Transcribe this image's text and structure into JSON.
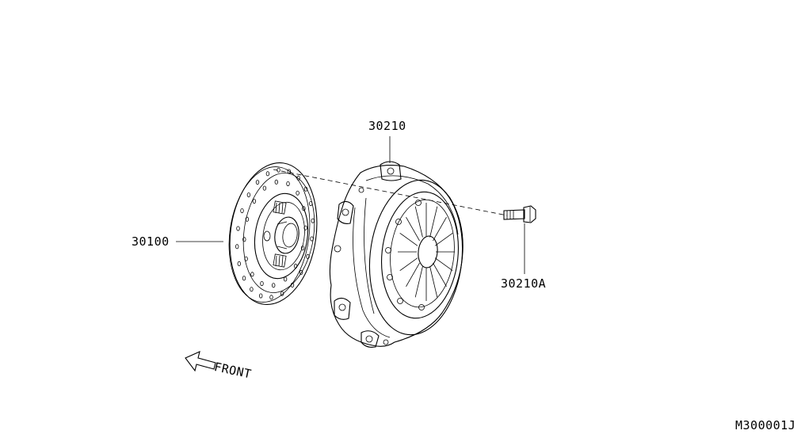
{
  "parts": {
    "clutch_disc": "30100",
    "clutch_cover": "30210",
    "cover_bolt": "30210A"
  },
  "front_label": "FRONT",
  "figure_code": "M300001J",
  "colors": {
    "ink": "#000000",
    "background": "#ffffff"
  }
}
